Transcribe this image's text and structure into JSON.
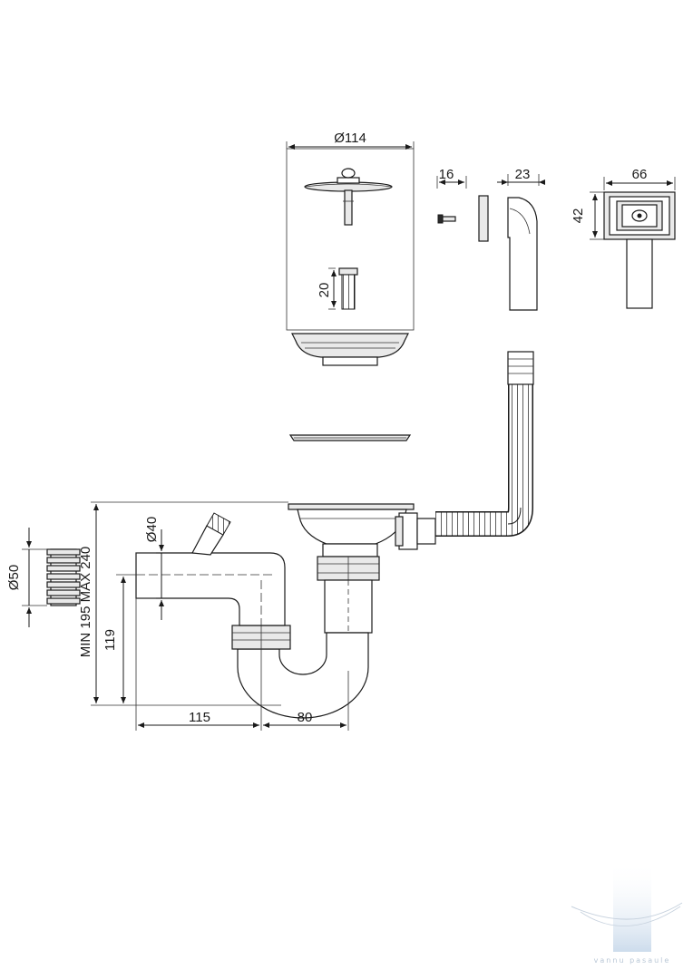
{
  "dimensions": {
    "strainer_diameter": "Ø114",
    "screw_width": "16",
    "cap_width": "23",
    "overflow_width": "66",
    "overflow_height": "42",
    "bolt_length": "20",
    "outlet_diameter": "Ø40",
    "seal_diameter": "Ø50",
    "height_range": "MIN 195 MAX 240",
    "outlet_height": "119",
    "horizontal_offset": "115",
    "trap_offset": "80"
  },
  "watermark": {
    "text": "vannu pasaule",
    "color": "#b9c7d6"
  }
}
